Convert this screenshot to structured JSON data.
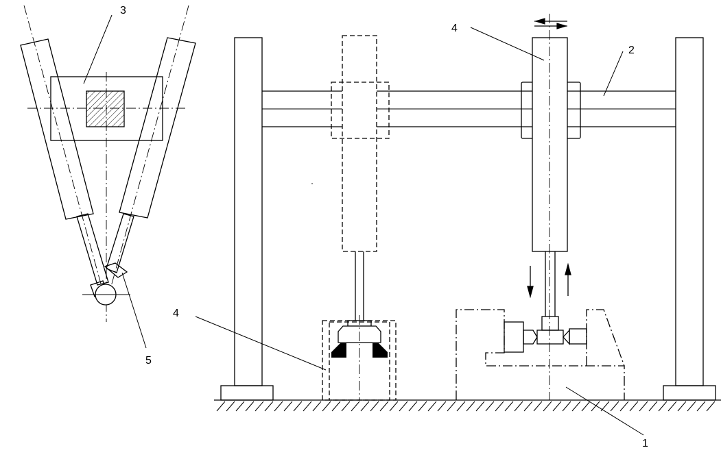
{
  "labels": {
    "frame_base": "1",
    "crossbeam": "2",
    "carriage": "3",
    "manipulator_right": "4",
    "manipulator_left": "4",
    "gripper": "5"
  },
  "colors": {
    "line": "#000000",
    "background": "#ffffff",
    "hatch": "#000000"
  }
}
